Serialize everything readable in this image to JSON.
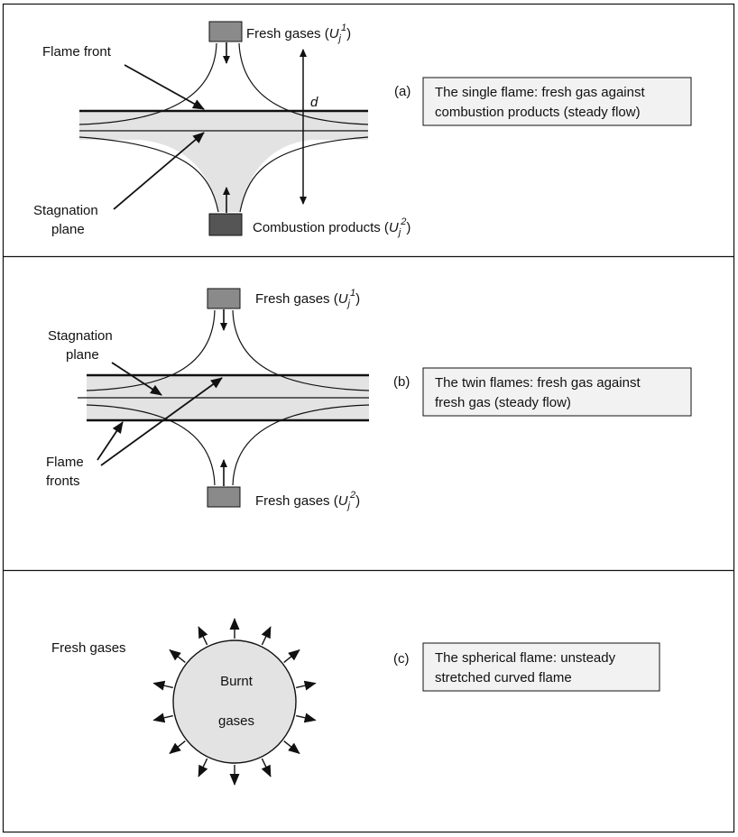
{
  "panel_a": {
    "flame_front_label": "Flame front",
    "stagnation_label_1": "Stagnation",
    "stagnation_label_2": "plane",
    "top_inlet_label": "Fresh gases (",
    "top_inlet_var": "U",
    "top_inlet_sub": "j",
    "top_inlet_sup": "1",
    "bottom_inlet_label": "Combustion products (",
    "bottom_inlet_var": "U",
    "bottom_inlet_sub": "j",
    "bottom_inlet_sup": "2",
    "distance_label": "d",
    "letter": "(a)",
    "caption_line1": "The single flame: fresh gas against",
    "caption_line2": "combustion products (steady flow)"
  },
  "panel_b": {
    "stagnation_label_1": "Stagnation",
    "stagnation_label_2": "plane",
    "flame_fronts_label_1": "Flame",
    "flame_fronts_label_2": "fronts",
    "top_inlet_label": "Fresh gases (",
    "top_inlet_var": "U",
    "top_inlet_sub": "j",
    "top_inlet_sup": "1",
    "bottom_inlet_label": "Fresh gases (",
    "bottom_inlet_var": "U",
    "bottom_inlet_sub": "j",
    "bottom_inlet_sup": "2",
    "letter": "(b)",
    "caption_line1": "The twin flames: fresh gas against",
    "caption_line2": "fresh gas (steady flow)"
  },
  "panel_c": {
    "fresh_label": "Fresh gases",
    "burnt_label_1": "Burnt",
    "burnt_label_2": "gases",
    "letter": "(c)",
    "caption_line1": "The spherical flame: unsteady",
    "caption_line2": "stretched curved flame",
    "arrow_count": 14
  },
  "colors": {
    "shade": "#e3e3e3",
    "box_fill": "#f2f2f2",
    "top_nozzle": "#8a8a8a",
    "bottom_nozzle_a": "#555555",
    "stroke": "#111111"
  }
}
